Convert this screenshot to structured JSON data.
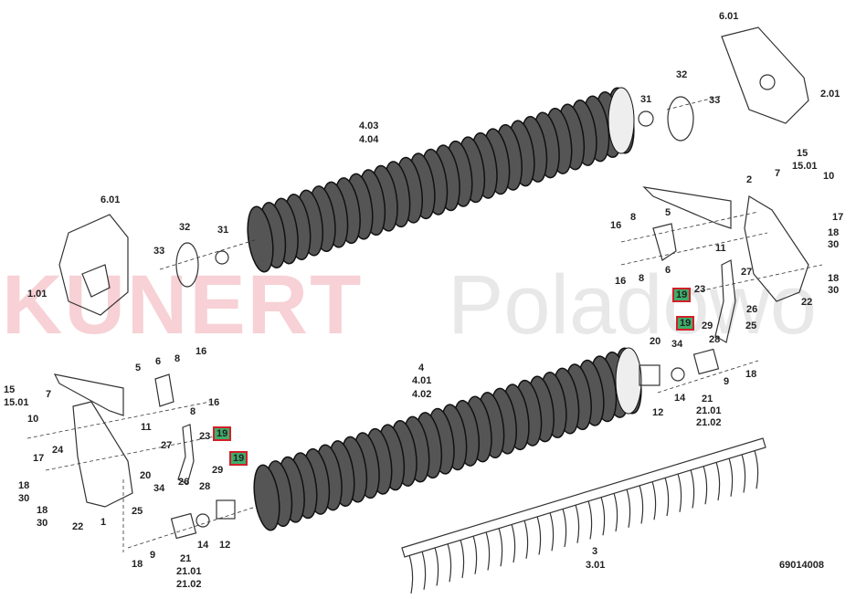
{
  "watermark": {
    "brand": "KUNERT",
    "place": "Poladowo"
  },
  "drawing_number": "69014008",
  "highlight_colors": {
    "fill": "#3fae6a",
    "border": "#d0202a"
  },
  "labels": {
    "top_right": [
      "6.01",
      "2.01",
      "32",
      "33",
      "31",
      "4.03",
      "4.04"
    ],
    "top_left": [
      "6.01",
      "32",
      "31",
      "33",
      "1.01"
    ],
    "right_cluster": [
      "15",
      "15.01",
      "7",
      "2",
      "10",
      "8",
      "5",
      "17",
      "16",
      "18",
      "30",
      "11",
      "16",
      "8",
      "6",
      "27",
      "18",
      "30",
      "23",
      "22",
      "26",
      "29",
      "25",
      "28",
      "20",
      "34",
      "18",
      "9",
      "14",
      "12",
      "21",
      "21.01",
      "21.02"
    ],
    "right_highlight": [
      "19",
      "19"
    ],
    "left_cluster": [
      "16",
      "6",
      "8",
      "5",
      "15",
      "15.01",
      "7",
      "16",
      "8",
      "10",
      "24",
      "11",
      "23",
      "27",
      "17",
      "29",
      "26",
      "28",
      "20",
      "34",
      "18",
      "30",
      "18",
      "30",
      "22",
      "1",
      "25",
      "9",
      "18",
      "14",
      "12",
      "21",
      "21.01",
      "21.02"
    ],
    "left_highlight": [
      "19",
      "19"
    ],
    "center": [
      "4",
      "4.01",
      "4.02"
    ],
    "comb": [
      "3",
      "3.01"
    ]
  }
}
